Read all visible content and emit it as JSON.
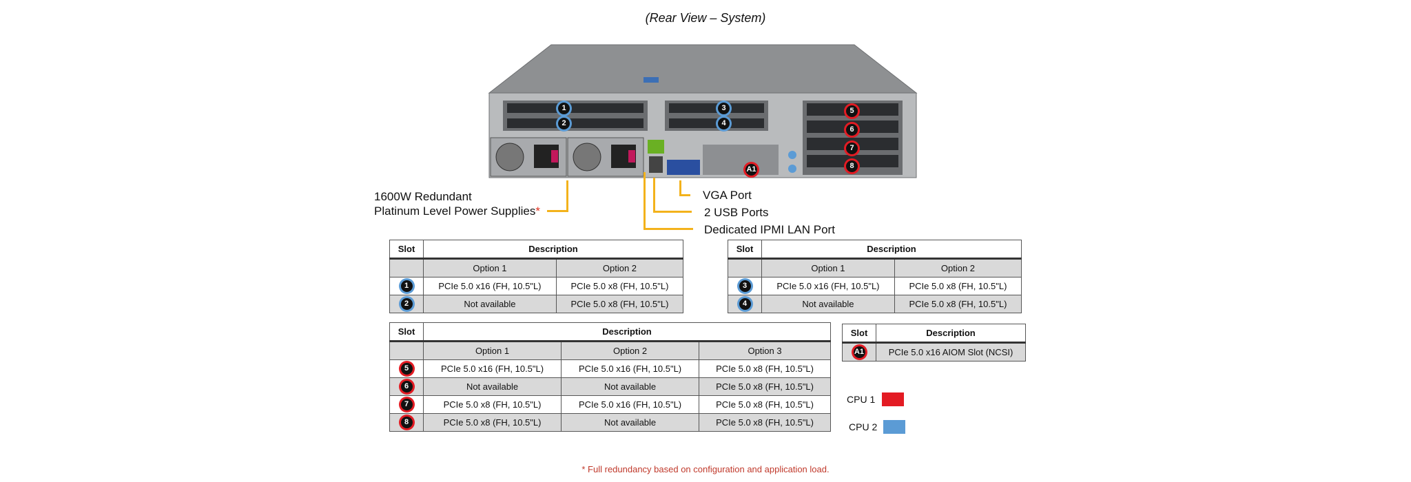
{
  "title": "(Rear View – System)",
  "colors": {
    "cpu1": "#e31b23",
    "cpu2": "#5b9bd5",
    "leader": "#f3b21b"
  },
  "callouts": {
    "power": "1600W Redundant",
    "power2": "Platinum Level Power Supplies",
    "power_star": "*",
    "vga": "VGA Port",
    "usb": "2 USB Ports",
    "ipmi": "Dedicated IPMI  LAN Port"
  },
  "server_badges": [
    "1",
    "2",
    "3",
    "4",
    "5",
    "6",
    "7",
    "8",
    "A1"
  ],
  "table1": {
    "h_slot": "Slot",
    "h_desc": "Description",
    "opt1": "Option 1",
    "opt2": "Option 2",
    "rows": [
      {
        "slot": "1",
        "o1": "PCIe 5.0 x16 (FH, 10.5\"L)",
        "o2": "PCIe 5.0 x8 (FH, 10.5\"L)"
      },
      {
        "slot": "2",
        "o1": "Not available",
        "o2": "PCIe 5.0 x8 (FH, 10.5\"L)"
      }
    ]
  },
  "table2": {
    "h_slot": "Slot",
    "h_desc": "Description",
    "opt1": "Option 1",
    "opt2": "Option 2",
    "rows": [
      {
        "slot": "3",
        "o1": "PCIe 5.0 x16 (FH, 10.5\"L)",
        "o2": "PCIe 5.0 x8 (FH, 10.5\"L)"
      },
      {
        "slot": "4",
        "o1": "Not available",
        "o2": "PCIe 5.0 x8 (FH, 10.5\"L)"
      }
    ]
  },
  "table3": {
    "h_slot": "Slot",
    "h_desc": "Description",
    "opt1": "Option 1",
    "opt2": "Option 2",
    "opt3": "Option 3",
    "rows": [
      {
        "slot": "5",
        "o1": "PCIe 5.0 x16 (FH, 10.5\"L)",
        "o2": "PCIe 5.0 x16 (FH, 10.5\"L)",
        "o3": "PCIe 5.0 x8 (FH, 10.5\"L)"
      },
      {
        "slot": "6",
        "o1": "Not available",
        "o2": "Not available",
        "o3": "PCIe 5.0 x8 (FH, 10.5\"L)"
      },
      {
        "slot": "7",
        "o1": "PCIe 5.0 x8 (FH, 10.5\"L)",
        "o2": "PCIe 5.0 x16 (FH, 10.5\"L)",
        "o3": "PCIe 5.0 x8 (FH, 10.5\"L)"
      },
      {
        "slot": "8",
        "o1": "PCIe 5.0 x8 (FH, 10.5\"L)",
        "o2": "Not available",
        "o3": "PCIe 5.0 x8 (FH, 10.5\"L)"
      }
    ]
  },
  "table4": {
    "h_slot": "Slot",
    "h_desc": "Description",
    "rows": [
      {
        "slot": "A1",
        "desc": "PCIe 5.0 x16 AIOM Slot (NCSI)"
      }
    ]
  },
  "legend": {
    "cpu1": "CPU 1",
    "cpu2": "CPU 2"
  },
  "footnote": "*  Full redundancy based on configuration  and application load."
}
